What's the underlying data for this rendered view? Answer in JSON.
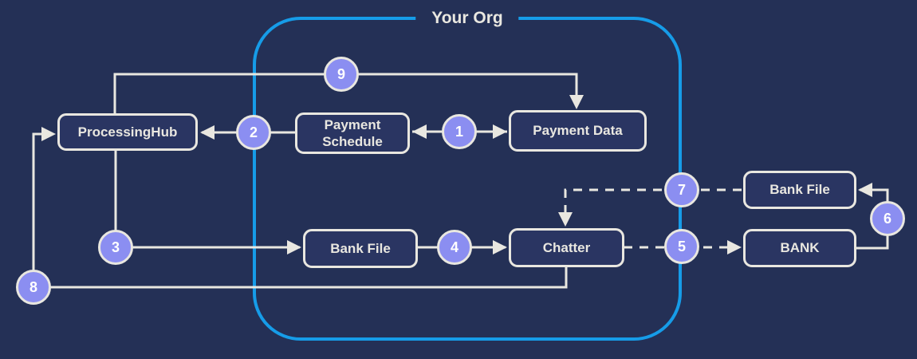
{
  "title": "Your Org",
  "nodes": {
    "processing_hub": {
      "label": "ProcessingHub"
    },
    "payment_schedule": {
      "label": "Payment Schedule"
    },
    "payment_data": {
      "label": "Payment Data"
    },
    "bank_file_internal": {
      "label": "Bank File"
    },
    "chatter": {
      "label": "Chatter"
    },
    "bank_file_external": {
      "label": "Bank File"
    },
    "bank": {
      "label": "BANK"
    }
  },
  "steps": {
    "s1": {
      "number": "1"
    },
    "s2": {
      "number": "2"
    },
    "s3": {
      "number": "3"
    },
    "s4": {
      "number": "4"
    },
    "s5": {
      "number": "5"
    },
    "s6": {
      "number": "6"
    },
    "s7": {
      "number": "7"
    },
    "s8": {
      "number": "8"
    },
    "s9": {
      "number": "9"
    }
  },
  "edges": [
    {
      "step": "1",
      "from": "payment_data",
      "to": "payment_schedule",
      "style": "solid",
      "bidirectional": true
    },
    {
      "step": "2",
      "from": "payment_schedule",
      "to": "processing_hub",
      "style": "solid",
      "bidirectional": false
    },
    {
      "step": "3",
      "from": "processing_hub",
      "to": "bank_file_internal",
      "style": "solid",
      "bidirectional": false
    },
    {
      "step": "4",
      "from": "bank_file_internal",
      "to": "chatter",
      "style": "solid",
      "bidirectional": false
    },
    {
      "step": "5",
      "from": "chatter",
      "to": "bank",
      "style": "dashed",
      "bidirectional": false
    },
    {
      "step": "6",
      "from": "bank",
      "to": "bank_file_external",
      "style": "solid",
      "bidirectional": false
    },
    {
      "step": "7",
      "from": "bank_file_external",
      "to": "chatter",
      "style": "dashed",
      "bidirectional": false
    },
    {
      "step": "8",
      "from": "chatter",
      "to": "processing_hub",
      "style": "solid",
      "bidirectional": false
    },
    {
      "step": "9",
      "from": "processing_hub",
      "to": "payment_data",
      "style": "solid",
      "bidirectional": false
    }
  ],
  "colors": {
    "background": "#243056",
    "node_fill": "#2a3562",
    "stroke": "#e9e7e0",
    "step_circle_fill": "#8b8ef1",
    "boundary_blue": "#169ce8",
    "text": "#e9e7e0"
  }
}
